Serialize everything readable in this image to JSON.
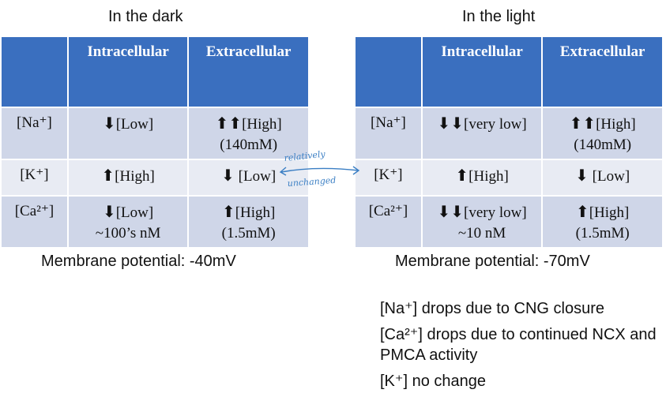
{
  "dark": {
    "title": "In the dark",
    "headers": [
      "",
      "Intracellular",
      "Extracellular"
    ],
    "rows": [
      {
        "ion": "[Na⁺]",
        "intra_arrow": "⬇",
        "intra_text": "[Low]",
        "intra_sub": "",
        "extra_arrow": "⬆⬆",
        "extra_text": "[High]",
        "extra_sub": "(140mM)"
      },
      {
        "ion": "[K⁺]",
        "intra_arrow": "⬆",
        "intra_text": "[High]",
        "intra_sub": "",
        "extra_arrow": "⬇",
        "extra_text": " [Low]",
        "extra_sub": ""
      },
      {
        "ion": "[Ca²⁺]",
        "intra_arrow": "⬇",
        "intra_text": "[Low]",
        "intra_sub": "~100’s nM",
        "extra_arrow": "⬆",
        "extra_text": "[High]",
        "extra_sub": "(1.5mM)"
      }
    ],
    "potential": "Membrane potential: -40mV"
  },
  "light": {
    "title": "In the light",
    "headers": [
      "",
      "Intracellular",
      "Extracellular"
    ],
    "rows": [
      {
        "ion": "[Na⁺]",
        "intra_arrow": "⬇⬇",
        "intra_text": "[very low]",
        "intra_sub": "",
        "extra_arrow": "⬆⬆",
        "extra_text": "[High]",
        "extra_sub": "(140mM)"
      },
      {
        "ion": "[K⁺]",
        "intra_arrow": "⬆",
        "intra_text": "[High]",
        "intra_sub": "",
        "extra_arrow": "⬇",
        "extra_text": " [Low]",
        "extra_sub": ""
      },
      {
        "ion": "[Ca²⁺]",
        "intra_arrow": "⬇⬇",
        "intra_text": "[very low]",
        "intra_sub": "~10 nM",
        "extra_arrow": "⬆",
        "extra_text": "[High]",
        "extra_sub": "(1.5mM)"
      }
    ],
    "potential": "Membrane potential: -70mV"
  },
  "annotation": {
    "line1": "relatively",
    "line2": "unchanged",
    "color": "#3b7fc4"
  },
  "notes": [
    "[Na⁺] drops due to CNG closure",
    "[Ca²⁺] drops due to continued NCX and PMCA activity",
    "[K⁺] no change"
  ],
  "colors": {
    "header_bg": "#3a6fbf",
    "row_bg": "#cfd6e8",
    "row_alt_bg": "#e8ebf3"
  }
}
